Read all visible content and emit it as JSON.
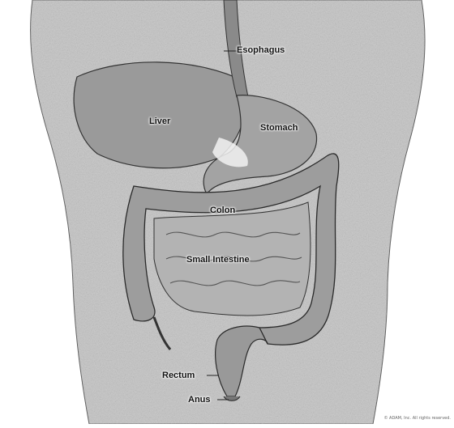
{
  "labels": {
    "esophagus": "Esophagus",
    "liver": "Liver",
    "stomach": "Stomach",
    "colon": "Colon",
    "small_intestine": "Small Intestine",
    "rectum": "Rectum",
    "anus": "Anus"
  },
  "credit": "© ADAM, Inc. All rights reserved.",
  "colors": {
    "background": "#ffffff",
    "body_shade": "#bdbdbd",
    "organ_shade": "#8f8f8f",
    "line": "#222222"
  }
}
